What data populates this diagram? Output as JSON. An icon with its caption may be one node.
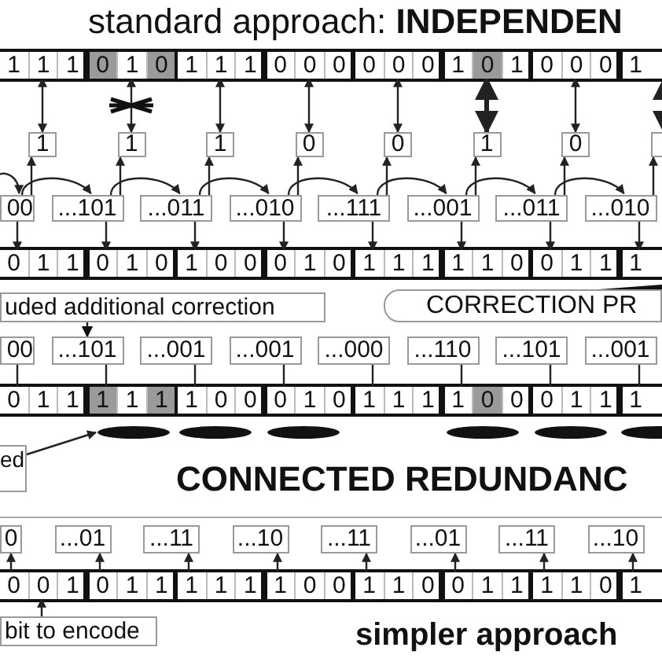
{
  "diagram": {
    "title": "standard approach: **INDEPENDEN**",
    "nodes": [
      {
        "text": [
          "1",
          "1",
          "1"
        ]
      },
      {
        "text": [
          "0",
          "1",
          "0"
        ]
      },
      {
        "text": [
          "1",
          "1",
          "1"
        ]
      },
      {
        "text": [
          "0",
          "0",
          "0"
        ]
      },
      {
        "text": [
          "0",
          "0",
          "0"
        ]
      },
      {
        "text": [
          "1",
          "0",
          "1"
        ]
      },
      {
        "text": [
          "0",
          "0",
          "0"
        ]
      },
      {
        "text": [
          "1"
        ]
      },
      {
        "text": [
          "1"
        ]
      },
      {
        "text": [
          "1"
        ]
      },
      {
        "text": [
          "1"
        ]
      },
      {
        "text": [
          "0"
        ]
      },
      {
        "text": [
          "0"
        ]
      },
      {
        "text": [
          "1"
        ]
      },
      {
        "text": [
          "0"
        ]
      },
      {
        "text": [],
        "shape": "box"
      },
      {
        "text": [
          "00"
        ]
      },
      {
        "text": [
          "...101"
        ]
      },
      {
        "text": [
          "...011"
        ]
      },
      {
        "text": [
          "...010"
        ]
      },
      {
        "text": [
          "...111"
        ]
      },
      {
        "text": [
          "...001"
        ]
      },
      {
        "text": [
          "...011"
        ]
      },
      {
        "text": [
          "...010"
        ]
      },
      {
        "text": [
          "0",
          "1",
          "1"
        ]
      },
      {
        "text": [
          "0",
          "1",
          "0"
        ]
      },
      {
        "text": [
          "1",
          "0",
          "0"
        ]
      },
      {
        "text": [
          "0",
          "1",
          "0"
        ]
      },
      {
        "text": [
          "1",
          "1",
          "1"
        ]
      },
      {
        "text": [
          "1",
          "1",
          "0"
        ]
      },
      {
        "text": [
          "0",
          "1",
          "1"
        ]
      },
      {
        "text": [
          "1"
        ]
      },
      {
        "text": [
          "uded additional correction"
        ]
      },
      {
        "text": [
          "CORRECTION PR"
        ]
      },
      {
        "text": [
          "00"
        ]
      },
      {
        "text": [
          "...101"
        ]
      },
      {
        "text": [
          "...001"
        ]
      },
      {
        "text": [
          "...001"
        ]
      },
      {
        "text": [
          "...000"
        ]
      },
      {
        "text": [
          "...110"
        ]
      },
      {
        "text": [
          "...101"
        ]
      },
      {
        "text": [
          "...001"
        ]
      },
      {
        "text": [
          "0",
          "1",
          "1"
        ]
      },
      {
        "text": [
          "1",
          "1",
          "1"
        ]
      },
      {
        "text": [
          "1",
          "0",
          "0"
        ]
      },
      {
        "text": [
          "0",
          "1",
          "0"
        ]
      },
      {
        "text": [
          "1",
          "1",
          "1"
        ]
      },
      {
        "text": [
          "1",
          "0",
          "0"
        ]
      },
      {
        "text": [
          "0",
          "1",
          "1"
        ]
      },
      {
        "text": [
          "1"
        ]
      },
      {
        "text": [
          "ed"
        ]
      },
      {
        "text": [
          "0"
        ]
      },
      {
        "text": [
          "...01"
        ]
      },
      {
        "text": [
          "...11"
        ]
      },
      {
        "text": [
          "...10"
        ]
      },
      {
        "text": [
          "...11"
        ]
      },
      {
        "text": [
          "...01"
        ]
      },
      {
        "text": [
          "...11"
        ]
      },
      {
        "text": [
          "...10"
        ]
      },
      {
        "text": [
          "0",
          "0",
          "1"
        ]
      },
      {
        "text": [
          "0",
          "1",
          "1"
        ]
      },
      {
        "text": [
          "1",
          "1",
          "1"
        ]
      },
      {
        "text": [
          "1",
          "0",
          "0"
        ]
      },
      {
        "text": [
          "1",
          "1",
          "0"
        ]
      },
      {
        "text": [
          "0",
          "1",
          "1"
        ]
      },
      {
        "text": [
          "1",
          "1",
          "0"
        ]
      },
      {
        "text": [
          "1"
        ]
      },
      {
        "text": [
          "bit to encode"
        ]
      },
      {
        "text": [],
        "shape": "ellipse"
      },
      {
        "text": [],
        "shape": "ellipse"
      },
      {
        "text": [],
        "shape": "ellipse"
      },
      {
        "text": [],
        "shape": "ellipse"
      },
      {
        "text": [],
        "shape": "ellipse"
      },
      {
        "text": [],
        "shape": "ellipse"
      }
    ],
    "edges": [
      {
        "from": 0,
        "to": 8,
        "arrow": "both"
      },
      {
        "from": 1,
        "to": 9,
        "arrow": "both"
      },
      {
        "from": 2,
        "to": 10,
        "arrow": "both"
      },
      {
        "from": 3,
        "to": 11,
        "arrow": "both"
      },
      {
        "from": 4,
        "to": 12,
        "arrow": "both"
      },
      {
        "from": 5,
        "to": 13,
        "arrow": "both",
        "style": "thick"
      },
      {
        "from": 6,
        "to": 14,
        "arrow": "both"
      },
      {
        "from": 7,
        "to": 15,
        "arrow": "both",
        "style": "thick"
      },
      {
        "from": 16,
        "to": 8,
        "arrow": "to"
      },
      {
        "from": 17,
        "to": 9,
        "arrow": "to"
      },
      {
        "from": 18,
        "to": 10,
        "arrow": "to"
      },
      {
        "from": 19,
        "to": 11,
        "arrow": "to"
      },
      {
        "from": 20,
        "to": 12,
        "arrow": "to"
      },
      {
        "from": 21,
        "to": 13,
        "arrow": "to"
      },
      {
        "from": 22,
        "to": 14,
        "arrow": "to"
      },
      {
        "from": 23,
        "to": 15,
        "arrow": "to"
      },
      {
        "from": null,
        "to": 16,
        "arrow": "to"
      },
      {
        "from": 16,
        "to": 17,
        "arrow": "to"
      },
      {
        "from": 17,
        "to": 18,
        "arrow": "to"
      },
      {
        "from": 18,
        "to": 19,
        "arrow": "to"
      },
      {
        "from": 19,
        "to": 20,
        "arrow": "to"
      },
      {
        "from": 20,
        "to": 21,
        "arrow": "to"
      },
      {
        "from": 21,
        "to": 22,
        "arrow": "to"
      },
      {
        "from": 22,
        "to": 23,
        "arrow": "to"
      },
      {
        "from": 16,
        "to": 24,
        "arrow": "to"
      },
      {
        "from": 17,
        "to": 25,
        "arrow": "to"
      },
      {
        "from": 18,
        "to": 26,
        "arrow": "to"
      },
      {
        "from": 19,
        "to": 27,
        "arrow": "to"
      },
      {
        "from": 20,
        "to": 28,
        "arrow": "to"
      },
      {
        "from": 21,
        "to": 29,
        "arrow": "to"
      },
      {
        "from": 22,
        "to": 30,
        "arrow": "to"
      },
      {
        "from": 23,
        "to": 31,
        "arrow": "to"
      },
      {
        "from": 32,
        "to": 35,
        "arrow": "to"
      },
      {
        "from": 34,
        "to": 42,
        "arrow": "none"
      },
      {
        "from": 35,
        "to": 43,
        "arrow": "none"
      },
      {
        "from": 36,
        "to": 44,
        "arrow": "none"
      },
      {
        "from": 37,
        "to": 45,
        "arrow": "none"
      },
      {
        "from": 38,
        "to": 46,
        "arrow": "none"
      },
      {
        "from": 39,
        "to": 47,
        "arrow": "none"
      },
      {
        "from": 40,
        "to": 48,
        "arrow": "none"
      },
      {
        "from": 41,
        "to": 49,
        "arrow": "none"
      },
      {
        "from": 50,
        "to": 68,
        "arrow": "to"
      },
      {
        "from": 59,
        "to": 51,
        "arrow": "to"
      },
      {
        "from": 60,
        "to": 52,
        "arrow": "to"
      },
      {
        "from": 61,
        "to": 53,
        "arrow": "to"
      },
      {
        "from": 62,
        "to": 54,
        "arrow": "to"
      },
      {
        "from": 63,
        "to": 55,
        "arrow": "to"
      },
      {
        "from": 64,
        "to": 56,
        "arrow": "to"
      },
      {
        "from": 65,
        "to": 57,
        "arrow": "to"
      },
      {
        "from": 66,
        "to": 58,
        "arrow": "to"
      },
      {
        "from": 67,
        "to": 59,
        "arrow": "to"
      }
    ],
    "labels": [
      "CONNECTED REDUNDANC",
      "simpler approach"
    ]
  }
}
